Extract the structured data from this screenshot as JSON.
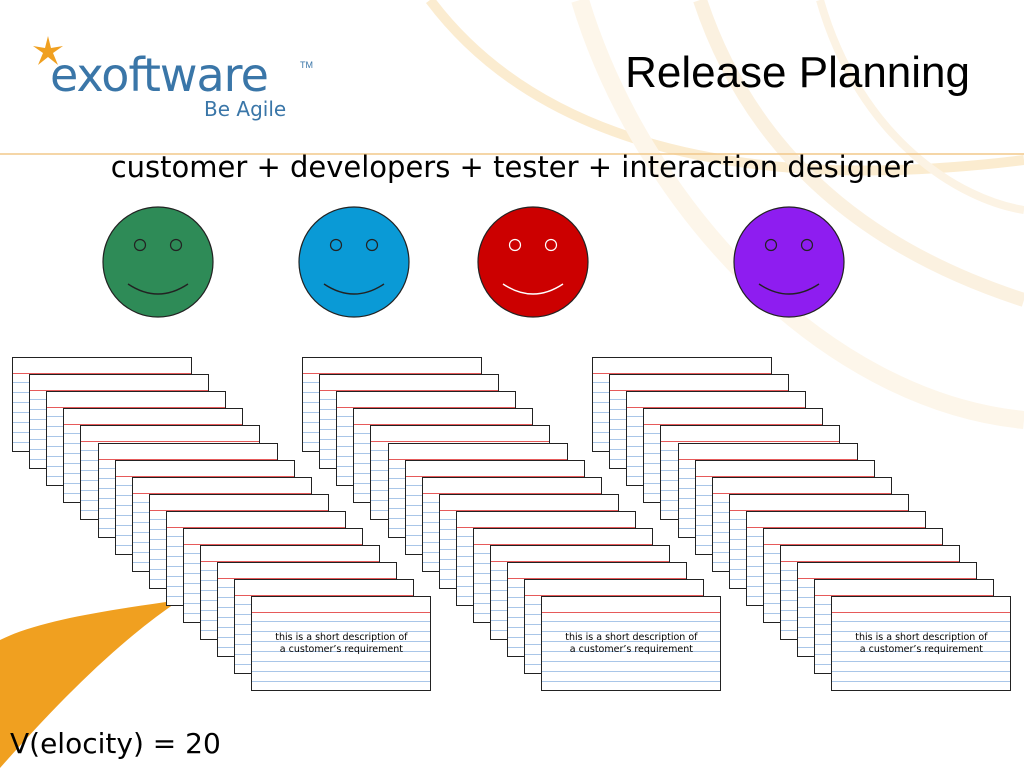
{
  "logo": {
    "word": "exoftware",
    "tm": "TM",
    "tagline": "Be Agile"
  },
  "slide": {
    "title": "Release Planning",
    "subtitle": "customer + developers + tester + interaction designer",
    "velocity": "V(elocity) = 20"
  },
  "faces": [
    {
      "color": "#2e8b57",
      "eye_style": "filled"
    },
    {
      "color": "#0a9ad6",
      "eye_style": "filled"
    },
    {
      "color": "#cc0000",
      "eye_style": "hollow"
    },
    {
      "color": "#8e1df0",
      "eye_style": "filled"
    }
  ],
  "card_stacks": [
    {
      "card_count": 15,
      "front_text": [
        "this is a short description of",
        "a customer’s requirement"
      ]
    },
    {
      "card_count": 15,
      "front_text": [
        "this is a short description of",
        "a customer’s requirement"
      ]
    },
    {
      "card_count": 15,
      "front_text": [
        "this is a short description of",
        "a customer’s requirement"
      ]
    }
  ],
  "colors": {
    "card_rule_red": "#e65a5a",
    "card_rule_blue": "#a9c6e8",
    "accent_orange": "#f0a020",
    "logo_blue": "#3a76a8"
  }
}
